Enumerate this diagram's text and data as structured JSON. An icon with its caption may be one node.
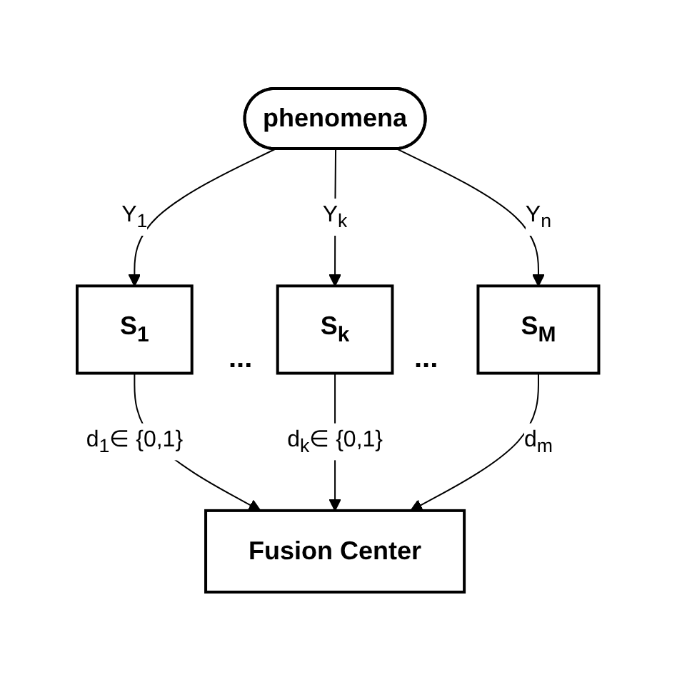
{
  "diagram": {
    "nodes": [
      {
        "text": [
          "phenomena"
        ]
      },
      {
        "text": [
          "S$_{1}$"
        ]
      },
      {
        "text": [
          "S$_{k}$"
        ]
      },
      {
        "text": [
          "S$_{M}$"
        ]
      },
      {
        "text": [
          "Fusion Center"
        ]
      }
    ],
    "edges": [
      {
        "from": 0,
        "to": 1,
        "arrow": "to",
        "label": "Y$_{1}$"
      },
      {
        "from": 0,
        "to": 2,
        "arrow": "to",
        "label": "Y$_{k}$"
      },
      {
        "from": 0,
        "to": 3,
        "arrow": "to",
        "label": "Y$_{n}$"
      },
      {
        "from": 1,
        "to": 4,
        "arrow": "to",
        "label": "d$_{1}$∈ {0,1}"
      },
      {
        "from": 2,
        "to": 4,
        "arrow": "to",
        "label": "d$_{k}$∈ {0,1}"
      },
      {
        "from": 3,
        "to": 4,
        "arrow": "to",
        "label": "d$_{m}$"
      }
    ],
    "labels": [
      "...",
      "..."
    ]
  }
}
